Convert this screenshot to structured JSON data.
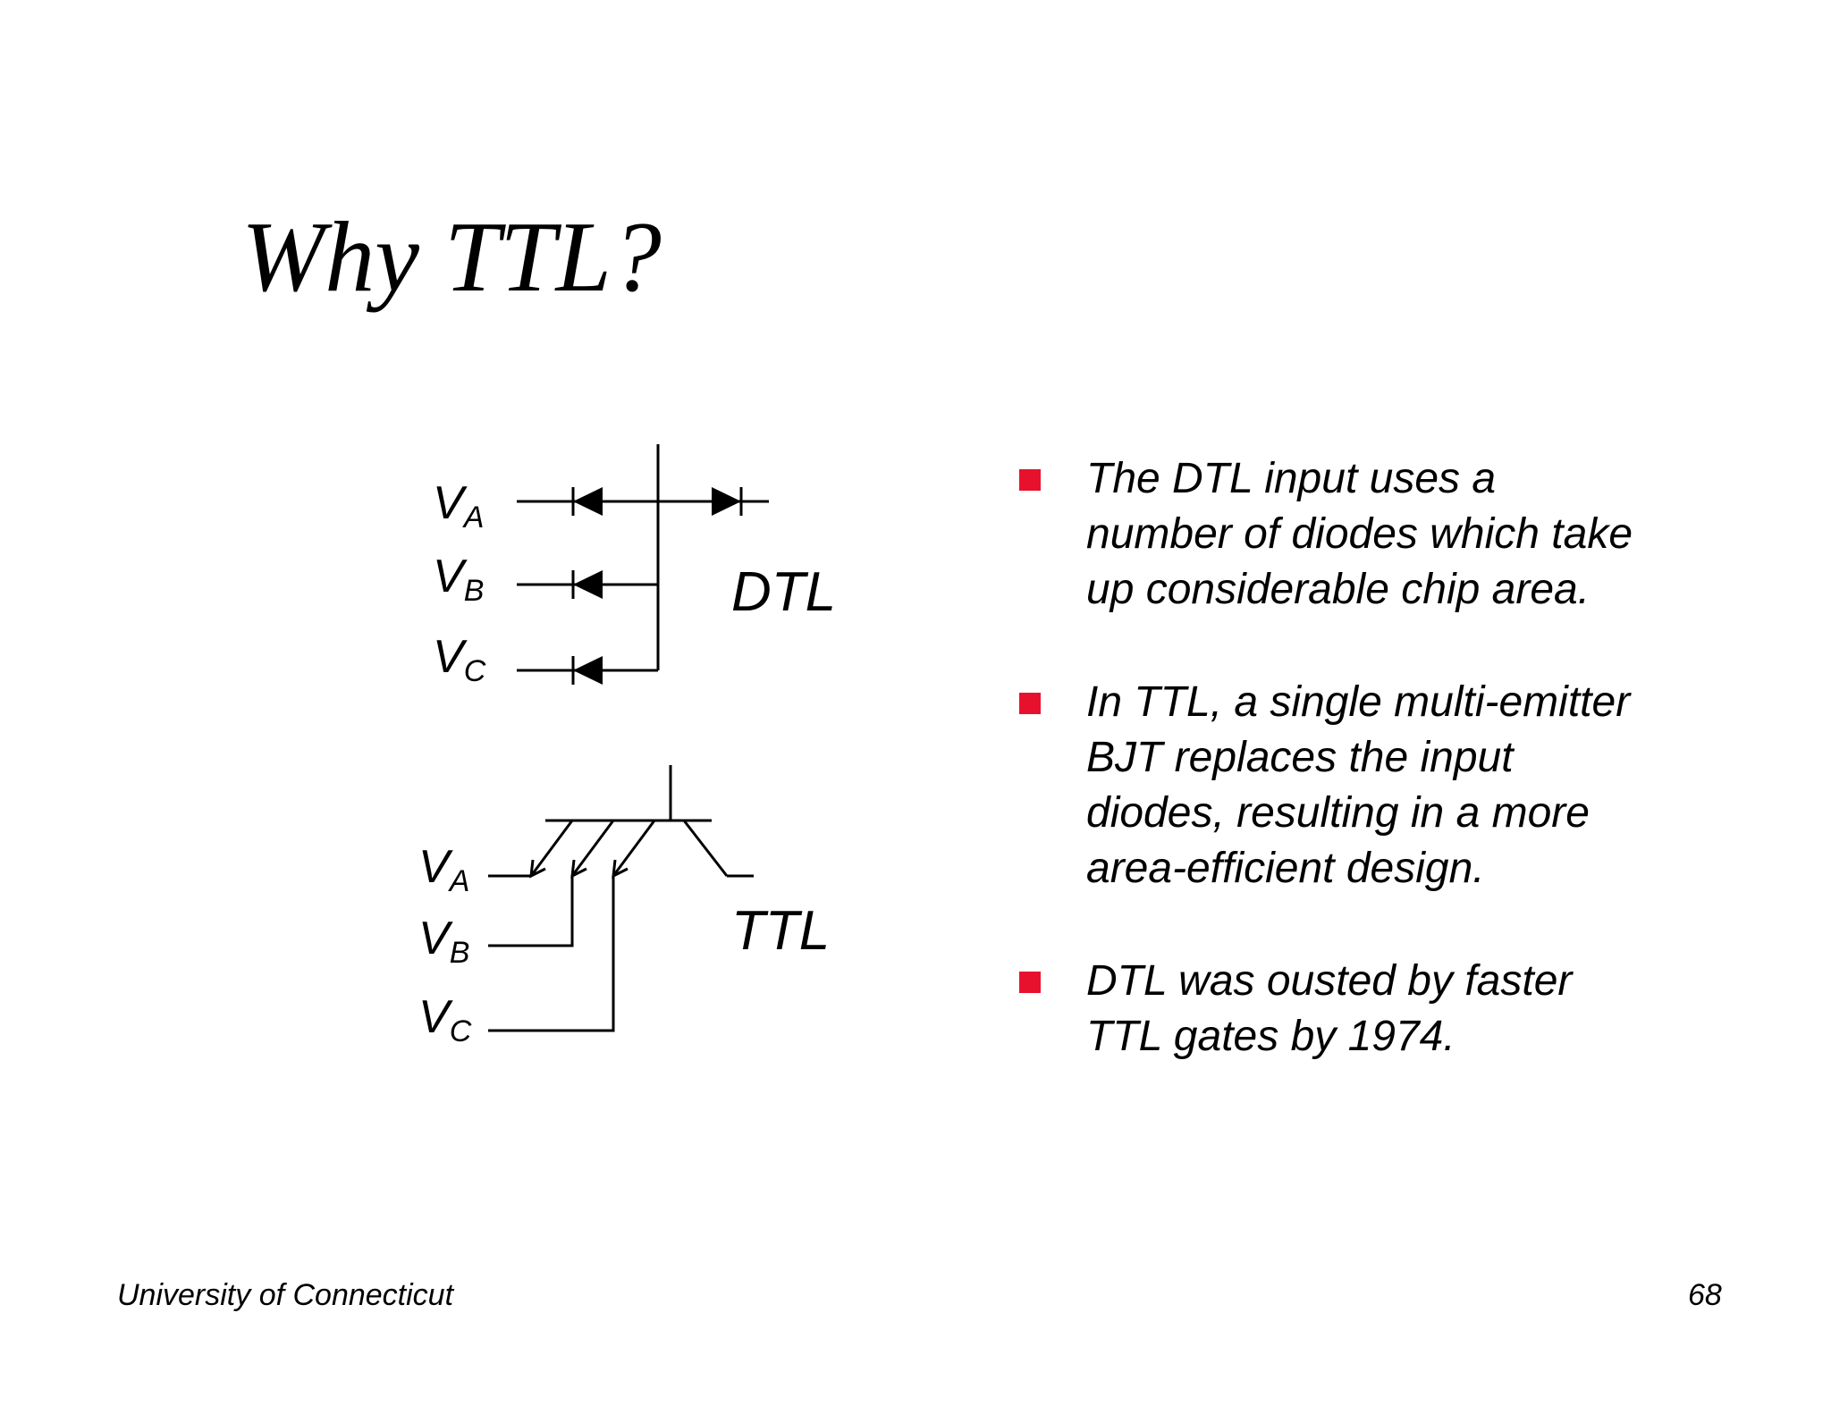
{
  "slide": {
    "title": "Why TTL?"
  },
  "circuits": {
    "dtl": {
      "label": "DTL",
      "inputs": [
        {
          "main": "V",
          "sub": "A"
        },
        {
          "main": "V",
          "sub": "B"
        },
        {
          "main": "V",
          "sub": "C"
        }
      ]
    },
    "ttl": {
      "label": "TTL",
      "inputs": [
        {
          "main": "V",
          "sub": "A"
        },
        {
          "main": "V",
          "sub": "B"
        },
        {
          "main": "V",
          "sub": "C"
        }
      ]
    }
  },
  "bullets": [
    {
      "lines": [
        "The DTL input uses a",
        "number of diodes which take",
        "up considerable chip area."
      ]
    },
    {
      "lines": [
        "In TTL, a single multi-emitter",
        "BJT replaces the input",
        "diodes, resulting in a more",
        "area-efficient design."
      ]
    },
    {
      "lines": [
        "DTL was ousted by faster",
        "TTL gates by 1974."
      ]
    }
  ],
  "colors": {
    "bullet_marker": "#e8112d"
  },
  "footer": {
    "institution": "University of Connecticut",
    "page_number": "68"
  }
}
